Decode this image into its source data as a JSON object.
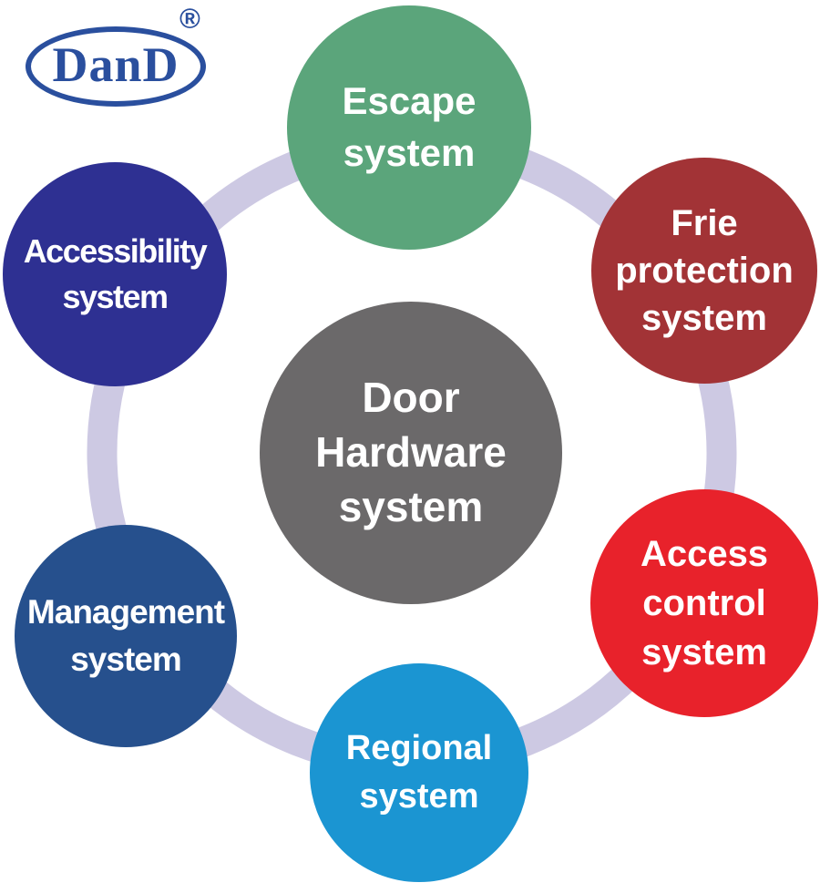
{
  "logo": {
    "text": "DanD",
    "registered_mark": "®",
    "color": "#2a4f9e"
  },
  "ring": {
    "color": "#cdc9e3"
  },
  "center_circle": {
    "label": "Door\nHardware\nsystem",
    "color": "#6b696a",
    "text_color": "#ffffff"
  },
  "satellites": [
    {
      "name": "escape-system",
      "label": "Escape\nsystem",
      "color": "#5ba57b"
    },
    {
      "name": "fire-protection-system",
      "label": "Frie\nprotection\nsystem",
      "color": "#a23336"
    },
    {
      "name": "access-control-system",
      "label": "Access\ncontrol\nsystem",
      "color": "#e8222b"
    },
    {
      "name": "regional-system",
      "label": "Regional\nsystem",
      "color": "#1b95d2"
    },
    {
      "name": "management-system",
      "label": "Management\nsystem",
      "color": "#26508d"
    },
    {
      "name": "accessibility-system",
      "label": "Accessibility\nsystem",
      "color": "#2e3092"
    }
  ]
}
